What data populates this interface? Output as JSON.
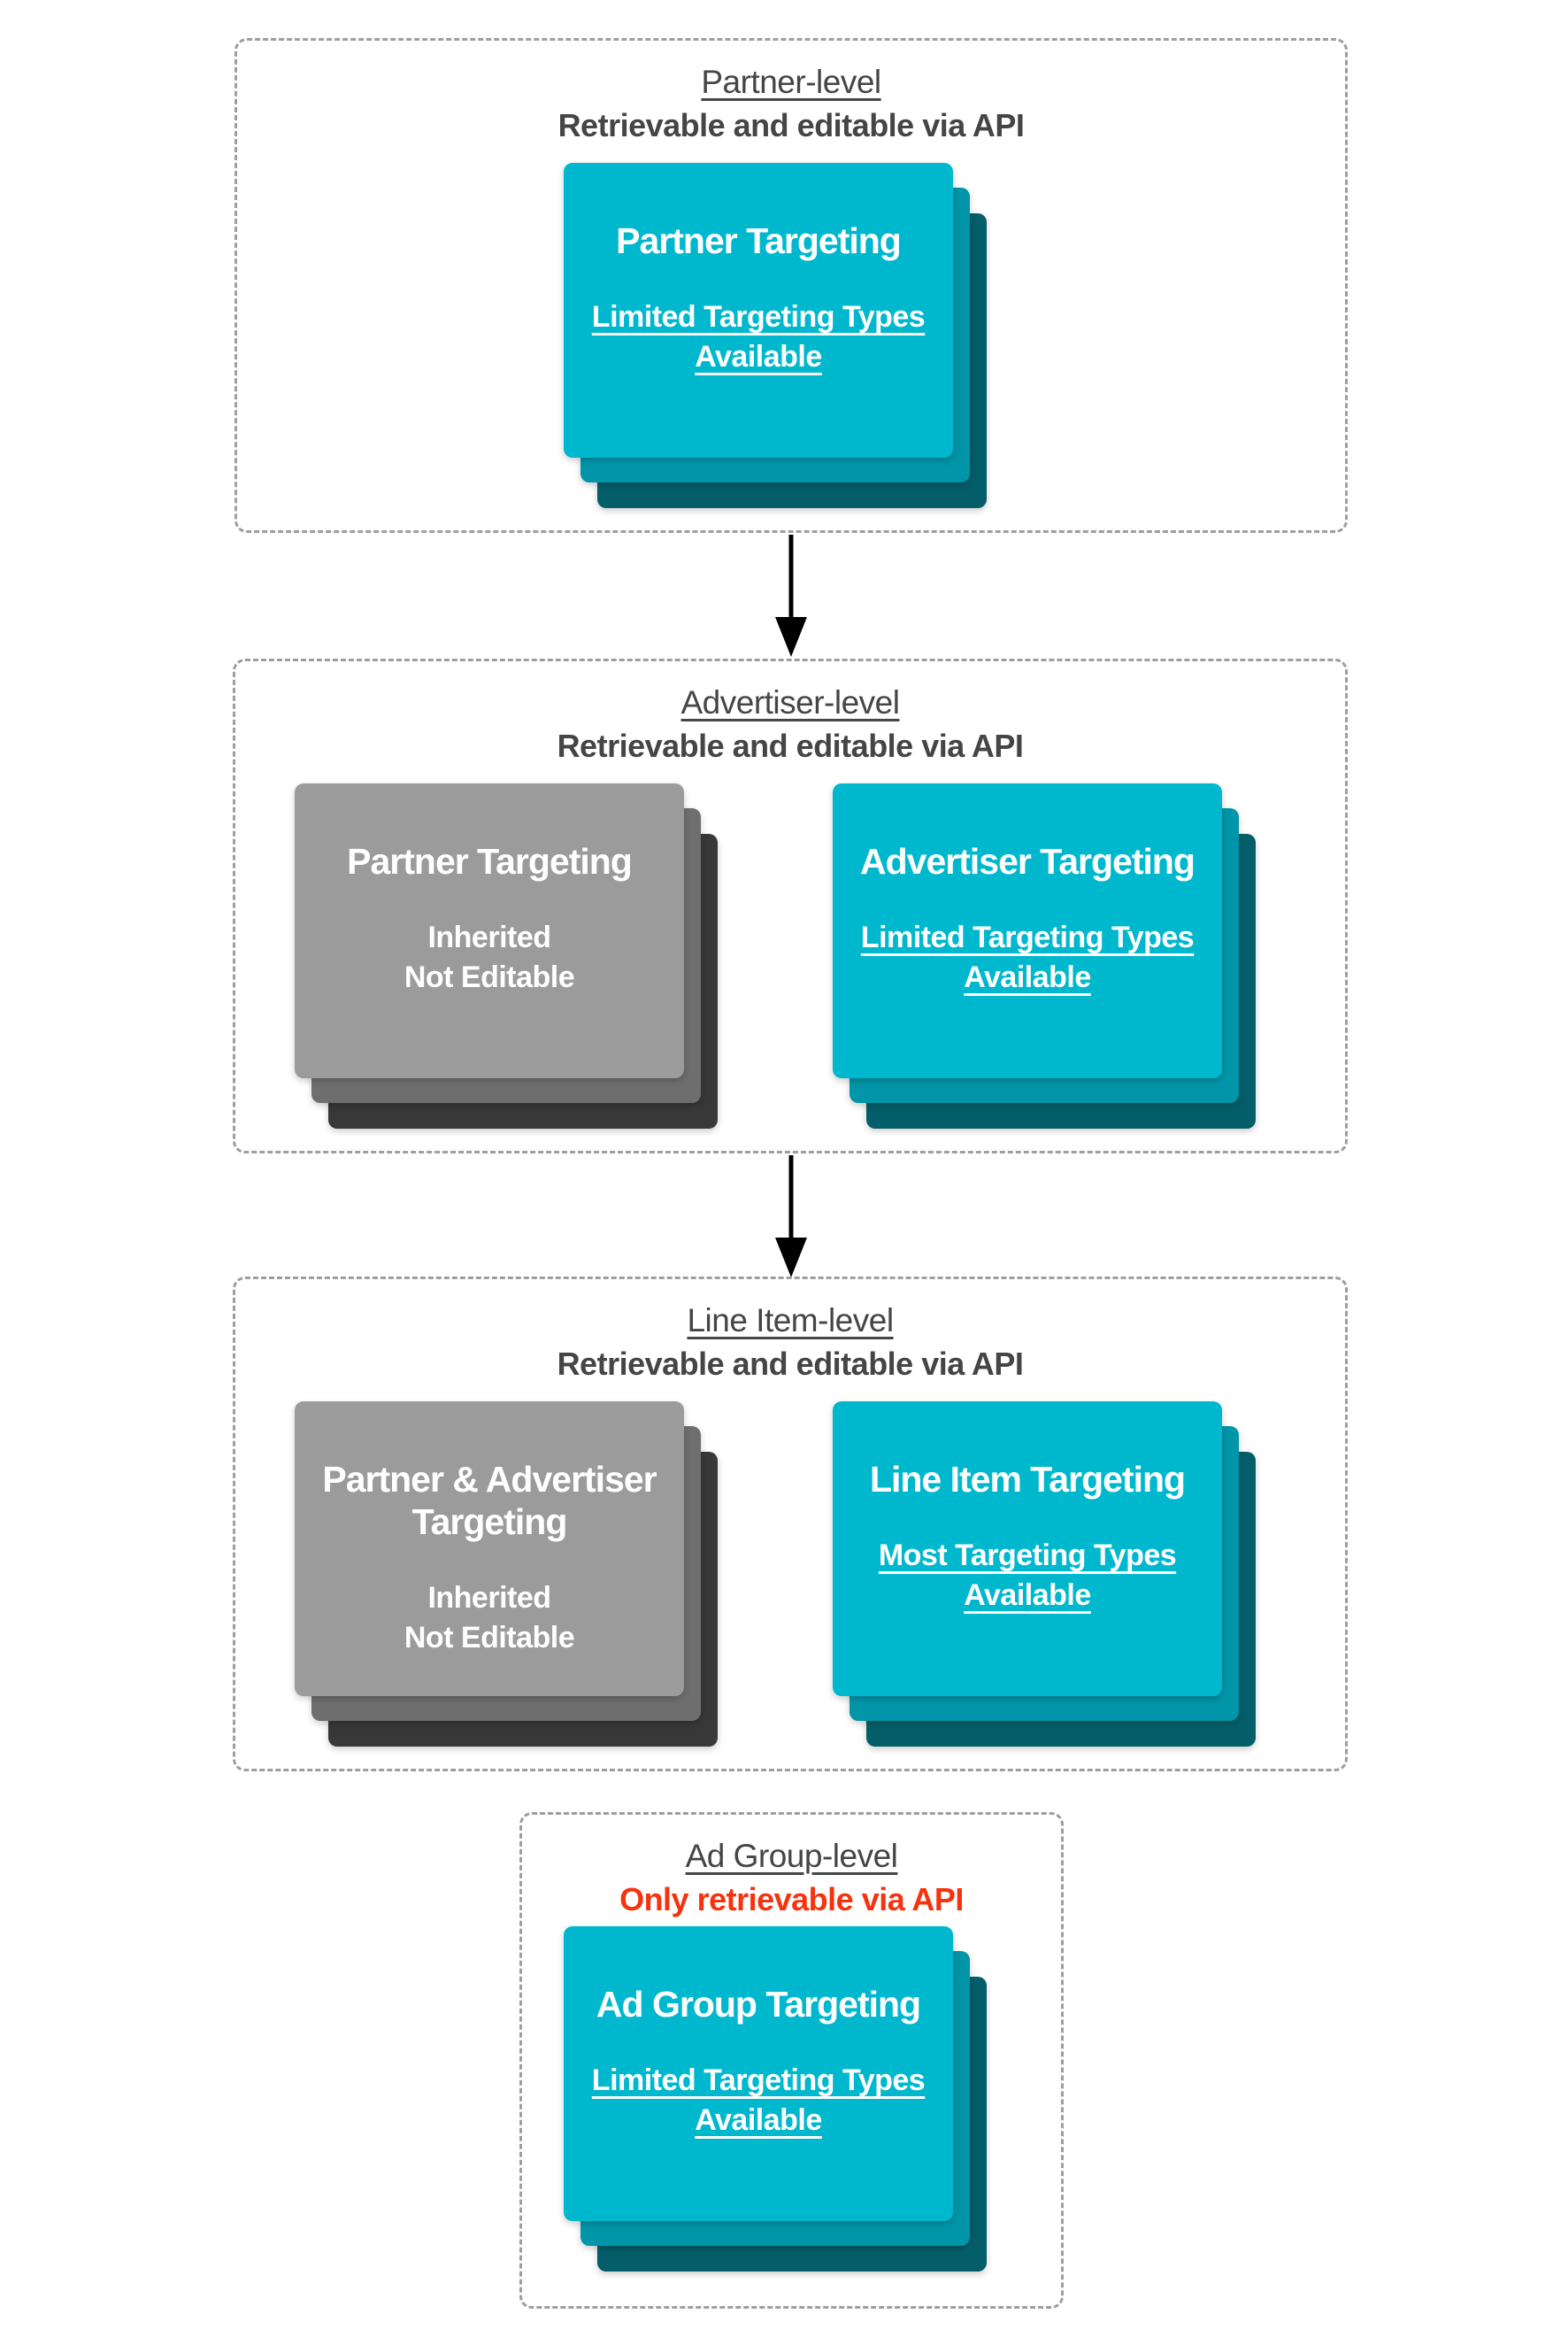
{
  "colors": {
    "cyan-front": "#00b8ce",
    "cyan-mid": "#0095a8",
    "cyan-back": "#045e69",
    "gray-front": "#9b9b9b",
    "gray-mid": "#6e6e6e",
    "gray-back": "#383838",
    "heading-text": "#454545",
    "red-text": "#f5330e",
    "border-gray": "#9e9e9e",
    "card-text": "#ffffff",
    "arrow-black": "#000000"
  },
  "sections": [
    {
      "title": "Partner-level",
      "subtitle": "Retrievable and editable via API",
      "cards": [
        {
          "variant": "cyan",
          "title": "Partner Targeting",
          "line1": "Limited Targeting Types",
          "line2": "Available"
        }
      ]
    },
    {
      "title": "Advertiser-level",
      "subtitle": "Retrievable and editable via API",
      "cards": [
        {
          "variant": "gray",
          "title": "Partner Targeting",
          "line1": "Inherited",
          "line2": "Not Editable"
        },
        {
          "variant": "cyan",
          "title": "Advertiser Targeting",
          "line1": "Limited Targeting Types",
          "line2": "Available"
        }
      ]
    },
    {
      "title": "Line Item-level",
      "subtitle": "Retrievable and editable via API",
      "cards": [
        {
          "variant": "gray",
          "title": "Partner & Advertiser\nTargeting",
          "line1": "Inherited",
          "line2": "Not Editable"
        },
        {
          "variant": "cyan",
          "title": "Line Item Targeting",
          "line1": "Most Targeting Types",
          "line2": "Available"
        }
      ]
    },
    {
      "title": "Ad Group-level",
      "subtitle": "Only retrievable via API",
      "cards": [
        {
          "variant": "cyan",
          "title": "Ad Group Targeting",
          "line1": "Limited Targeting Types",
          "line2": "Available"
        }
      ]
    }
  ]
}
